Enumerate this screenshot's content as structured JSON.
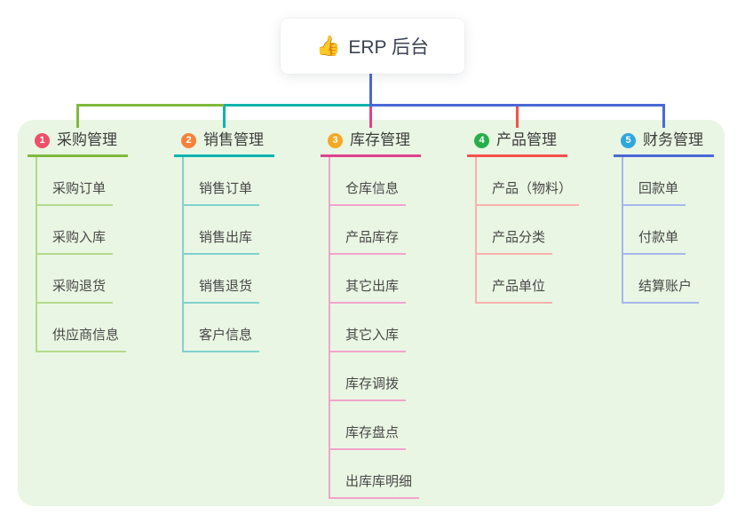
{
  "root": {
    "label": "ERP 后台",
    "icon": "thumbs-up-icon",
    "icon_glyph": "👍",
    "trunk_color": "#4a68d5"
  },
  "panel": {
    "background": "#e9f6e3"
  },
  "branches": [
    {
      "badge": "1",
      "badge_color": "#ef4f68",
      "label": "采购管理",
      "color": "#7fba3d",
      "light_color": "#b5da8c",
      "children": [
        "采购订单",
        "采购入库",
        "采购退货",
        "供应商信息"
      ]
    },
    {
      "badge": "2",
      "badge_color": "#f5823b",
      "label": "销售管理",
      "color": "#0fb3ae",
      "light_color": "#7fd2cd",
      "children": [
        "销售订单",
        "销售出库",
        "销售退货",
        "客户信息"
      ]
    },
    {
      "badge": "3",
      "badge_color": "#f7a823",
      "label": "库存管理",
      "color": "#e0418f",
      "light_color": "#f2a3cb",
      "children": [
        "仓库信息",
        "产品库存",
        "其它出库",
        "其它入库",
        "库存调拨",
        "库存盘点",
        "出库库明细"
      ]
    },
    {
      "badge": "4",
      "badge_color": "#27af4b",
      "label": "产品管理",
      "color": "#f4524d",
      "light_color": "#f9b1ad",
      "children": [
        "产品（物料）",
        "产品分类",
        "产品单位"
      ]
    },
    {
      "badge": "5",
      "badge_color": "#2ea6e0",
      "label": "财务管理",
      "color": "#4a68d5",
      "light_color": "#a6b7ea",
      "children": [
        "回款单",
        "付款单",
        "结算账户"
      ]
    }
  ]
}
